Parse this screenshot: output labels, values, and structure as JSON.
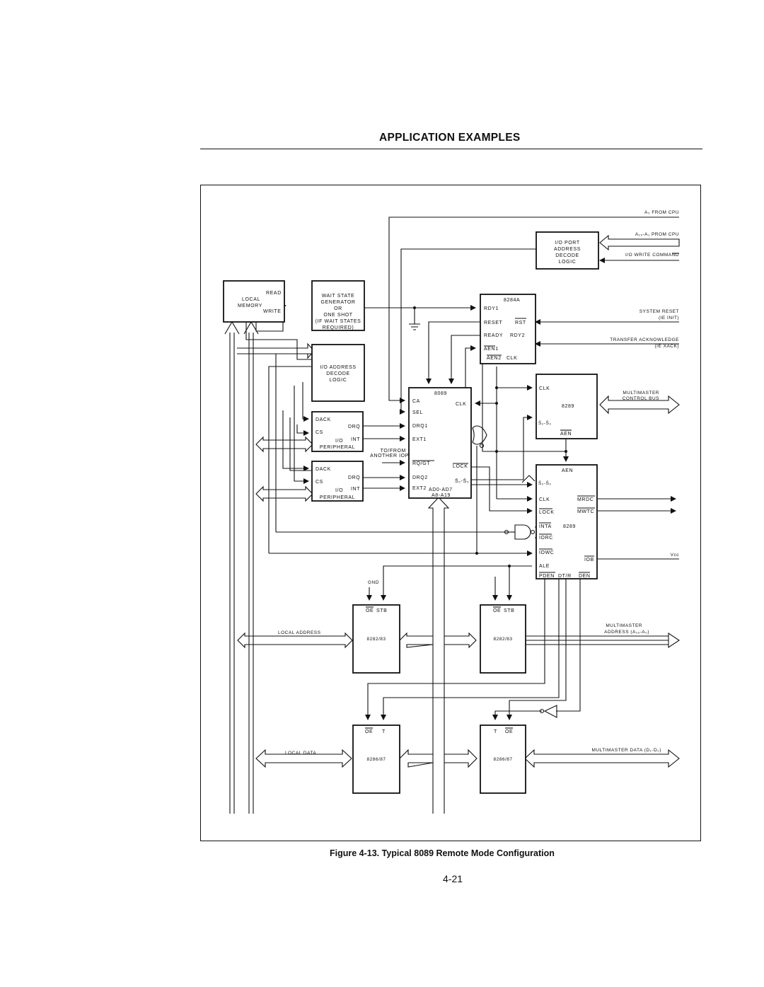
{
  "header": {
    "title": "APPLICATION EXAMPLES"
  },
  "figure": {
    "caption": "Figure 4-13. Typical 8089 Remote Mode Configuration",
    "page_number": "4-21"
  },
  "external_signals": {
    "a0_from_cpu": "A₀ FROM CPU",
    "a15_a1_from_cpu": "A₁₅-A₁ PROM CPU",
    "io_write_command": "I/O WRITE COMMAND",
    "system_reset": "SYSTEM RESET",
    "system_reset_note": "(IE INIT)",
    "transfer_ack": "TRANSFER ACKNOWLEDGE",
    "transfer_ack_note": "(IE XACK)",
    "multimaster_control_bus_1": "MULTIMASTER",
    "multimaster_control_bus_2": "CONTROL BUS",
    "multimaster_address_1": "MULTIMASTER",
    "multimaster_address_2": "ADDRESS (A₁₉-A₀)",
    "multimaster_data": "MULTIMASTER DATA (D₁-D₀)",
    "vcc": "Vcc",
    "gnd": "GND",
    "local_address": "LOCAL ADDRESS",
    "local_data": "LOCAL DATA",
    "to_from_iop_1": "TO/FROM",
    "to_from_iop_2": "ANOTHER IOP"
  },
  "blocks": {
    "io_port_logic": [
      "I/O PORT",
      "ADDRESS",
      "DECODE",
      "LOGIC"
    ],
    "local_memory": {
      "name_1": "LOCAL",
      "name_2": "MEMORY",
      "read": "READ",
      "write": "WRITE"
    },
    "wait_state": [
      "WAIT STATE",
      "GENERATOR",
      "OR",
      "ONE SHOT",
      "(IF WAIT STATES",
      "REQUIRED)"
    ],
    "io_decode": [
      "I/O ADDRESS",
      "DECODE",
      "LOGIC"
    ],
    "clock_8284a": {
      "name": "8284A",
      "rdy1": "RDY1",
      "reset": "RESET",
      "rst": "RST",
      "ready": "READY",
      "rdy2": "RDY2",
      "aen1": "AEN1",
      "aen2": "AEN2",
      "clk": "CLK"
    },
    "iop_8089": {
      "name": "8089",
      "ca": "CA",
      "clk": "CLK",
      "sel": "SEL",
      "drq1": "DRQ1",
      "ext1": "EXT1",
      "rq_gt": "RQ/GT",
      "lock": "LOCK",
      "drq2": "DRQ2",
      "s_status": "S̄₂-S̄₀",
      "ext2": "EXT2",
      "ad": "AD0-AD7",
      "a": "A8-A19"
    },
    "periph1": {
      "dack": "DACK",
      "drq": "DRQ",
      "cs": "CS",
      "int": "INT",
      "io": "I/O",
      "name": "PERIPHERAL"
    },
    "periph2": {
      "dack": "DACK",
      "drq": "DRQ",
      "cs": "CS",
      "int": "INT",
      "io": "I/O",
      "name": "PERIPHERAL"
    },
    "arbiter_8289": {
      "clk": "CLK",
      "name": "8289",
      "s": "S̄₂-S̄₀",
      "aen": "AEN"
    },
    "controller_8288": {
      "aen": "AEN",
      "s": "S̄₂-S̄₀",
      "clk": "CLK",
      "mrdc": "MRDC",
      "lock": "LOCK",
      "mwtc": "MWTC",
      "inta": "INTA",
      "name": "8289",
      "iorc": "IORC",
      "iowc": "IOWC",
      "iob": "IOB",
      "ale": "ALE",
      "pden": "PDEN",
      "dtr": "DT/R",
      "den": "DEN"
    },
    "latch_local": {
      "oe": "OE",
      "stb": "STB",
      "name": "8282/83"
    },
    "latch_system": {
      "oe": "OE",
      "stb": "STB",
      "name": "8282/83"
    },
    "xcvr_local": {
      "oe": "OE",
      "t": "T",
      "name": "8286/87"
    },
    "xcvr_system": {
      "t": "T",
      "oe": "OE",
      "name": "8286/87"
    }
  }
}
